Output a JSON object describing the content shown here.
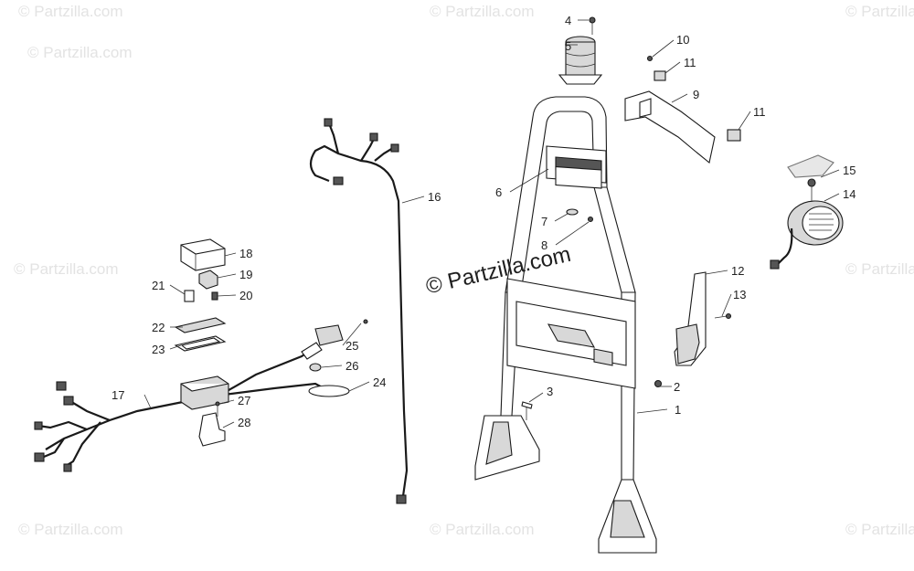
{
  "watermark": {
    "text": "© Partzilla.com",
    "center_text": "© Partzilla.com"
  },
  "callouts": [
    "1",
    "2",
    "3",
    "4",
    "5",
    "6",
    "7",
    "8",
    "9",
    "10",
    "11",
    "11",
    "12",
    "13",
    "14",
    "15",
    "16",
    "17",
    "18",
    "19",
    "20",
    "21",
    "22",
    "23",
    "24",
    "25",
    "26",
    "27",
    "28"
  ]
}
